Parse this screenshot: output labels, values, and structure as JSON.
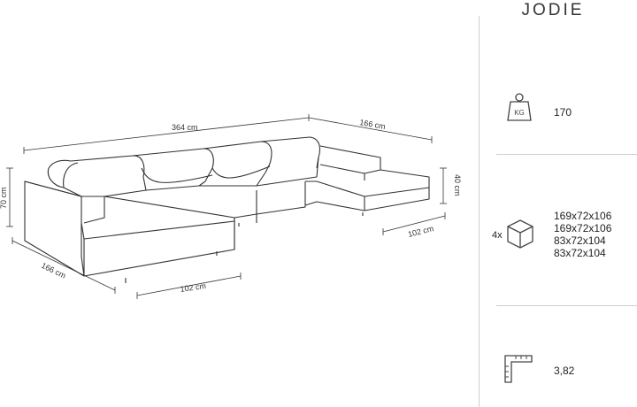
{
  "product": {
    "name": "JODIE"
  },
  "dimensions": {
    "total_width": "364 cm",
    "right_chaise_depth": "166 cm",
    "left_chaise_depth": "166 cm",
    "left_chaise_width": "102 cm",
    "right_chaise_width": "102 cm",
    "back_height": "70 cm",
    "seat_height": "40 cm"
  },
  "specs": {
    "weight": {
      "icon": "weight-kg-icon",
      "unit": "KG",
      "value": "170"
    },
    "packages": {
      "icon": "package-box-icon",
      "count": "4x",
      "items": [
        "169x72x106",
        "169x72x106",
        "83x72x104",
        "83x72x104"
      ]
    },
    "volume": {
      "icon": "volume-ruler-icon",
      "value": "3,82"
    }
  },
  "colors": {
    "line": "#333333",
    "divider": "#cfcfcf",
    "accent": "#e8a27c"
  }
}
